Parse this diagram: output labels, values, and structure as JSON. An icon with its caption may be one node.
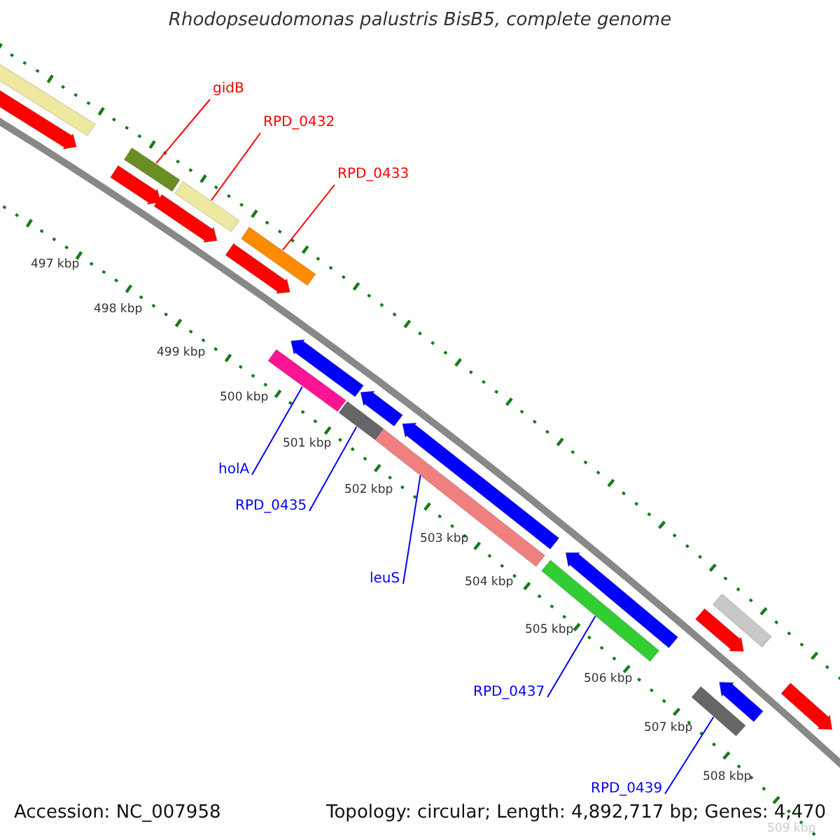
{
  "diagram": {
    "title": "Rhodopseudomonas palustris BisB5, complete genome",
    "nodes": [
      {
        "text": [
          "gidB"
        ]
      },
      {
        "text": [
          "RPD_0432"
        ]
      },
      {
        "text": [
          "RPD_0433"
        ]
      },
      {
        "text": [
          "holA"
        ]
      },
      {
        "text": [
          "RPD_0435"
        ]
      },
      {
        "text": [
          "leuS"
        ]
      },
      {
        "text": [
          "RPD_0437"
        ]
      },
      {
        "text": [
          "RPD_0439"
        ]
      },
      {
        "text": [],
        "shape": "bar"
      },
      {
        "text": [],
        "shape": "bar"
      },
      {
        "text": [],
        "shape": "bar"
      },
      {
        "text": [],
        "shape": "bar"
      },
      {
        "text": [],
        "shape": "bar"
      },
      {
        "text": [],
        "shape": "bar"
      },
      {
        "text": [],
        "shape": "bar"
      },
      {
        "text": [],
        "shape": "bar"
      }
    ],
    "edges": [
      {
        "from": 0,
        "to": 8,
        "arrow": "none",
        "color": "#ff0000"
      },
      {
        "from": 1,
        "to": 9,
        "arrow": "none",
        "color": "#ff0000"
      },
      {
        "from": 2,
        "to": 10,
        "arrow": "none",
        "color": "#ff0000"
      },
      {
        "from": 3,
        "to": 11,
        "arrow": "none"
      },
      {
        "from": 4,
        "to": 12,
        "arrow": "none"
      },
      {
        "from": 5,
        "to": 13,
        "arrow": "none"
      },
      {
        "from": 6,
        "to": 14,
        "arrow": "none"
      },
      {
        "from": 7,
        "to": 15,
        "arrow": "none"
      }
    ],
    "labels": [
      "497 kbp",
      "498 kbp",
      "499 kbp",
      "500 kbp",
      "501 kbp",
      "502 kbp",
      "503 kbp",
      "504 kbp",
      "505 kbp",
      "506 kbp",
      "507 kbp",
      "508 kbp",
      "509 kbp",
      "Accession: NC_007958",
      "Topology: circular; Length: 4,892,717 bp; Genes: 4,470"
    ]
  }
}
